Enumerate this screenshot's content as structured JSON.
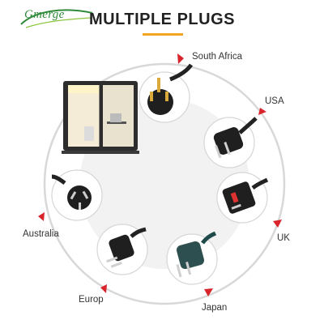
{
  "brand": {
    "logo_text": "Gmerge",
    "accent": "#2f8a3a"
  },
  "title": "MULTIPLE PLUGS",
  "colors": {
    "underline": "#f3a623",
    "ring": "#d8d8d8",
    "arrow": "#d9242b",
    "circle": "#f2f2f2"
  },
  "plugs": [
    {
      "label": "South Africa",
      "icon": "south-africa-plug-icon"
    },
    {
      "label": "USA",
      "icon": "usa-plug-icon"
    },
    {
      "label": "UK",
      "icon": "uk-plug-icon"
    },
    {
      "label": "Japan",
      "icon": "japan-plug-icon"
    },
    {
      "label": "Europ",
      "icon": "europe-plug-icon"
    },
    {
      "label": "Australia",
      "icon": "australia-plug-icon"
    }
  ],
  "booth_image": "office-booth-icon"
}
